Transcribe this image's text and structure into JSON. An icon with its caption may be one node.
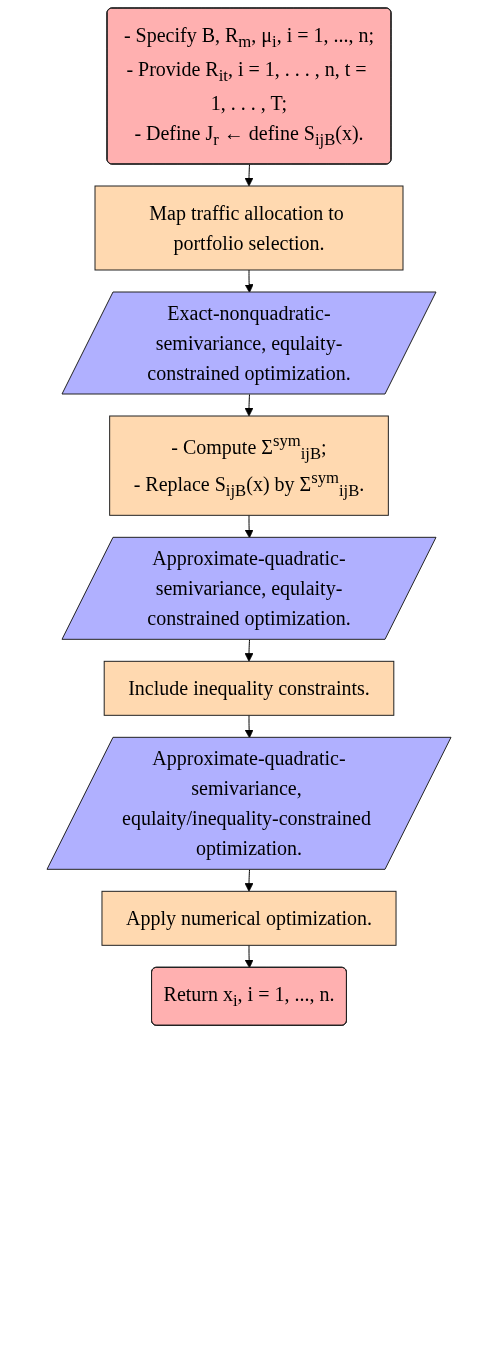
{
  "diagram": {
    "nodes": [
      {
        "text": [
          "- Specify B, R$_{m}$, μ$_{i}$, i = 1, ..., n;",
          "- Provide R$_{it}$, i = 1, . . . , n, t = 1, . . . , T;",
          "- Define J$_{r}$ ← define S$_{ijB}$(x)."
        ]
      },
      {
        "text": [
          "Map traffic allocation to portfolio selection."
        ]
      },
      {
        "text": [
          "Exact-nonquadratic-semivariance, equlaity-constrained optimization."
        ]
      },
      {
        "text": [
          "- Compute Σ$^{sym}$$_{ijB}$;",
          "- Replace S$_{ijB}$(x) by Σ$^{sym}$$_{ijB}$."
        ]
      },
      {
        "text": [
          "Approximate-quadratic-semivariance, equlaity-constrained optimization."
        ]
      },
      {
        "text": [
          "Include inequality constraints."
        ]
      },
      {
        "text": [
          "Approximate-quadratic-semivariance, equlaity/inequality-constrained optimization."
        ]
      },
      {
        "text": [
          "Apply numerical optimization."
        ]
      },
      {
        "text": [
          "Return x$_{i}$, i = 1, ..., n."
        ]
      }
    ],
    "edges": [
      {
        "from": 0,
        "to": 1,
        "arrow": "to"
      },
      {
        "from": 1,
        "to": 2,
        "arrow": "to"
      },
      {
        "from": 2,
        "to": 3,
        "arrow": "to"
      },
      {
        "from": 3,
        "to": 4,
        "arrow": "to"
      },
      {
        "from": 4,
        "to": 5,
        "arrow": "to"
      },
      {
        "from": 5,
        "to": 6,
        "arrow": "to"
      },
      {
        "from": 6,
        "to": 7,
        "arrow": "to"
      },
      {
        "from": 7,
        "to": 8,
        "arrow": "to"
      }
    ]
  }
}
